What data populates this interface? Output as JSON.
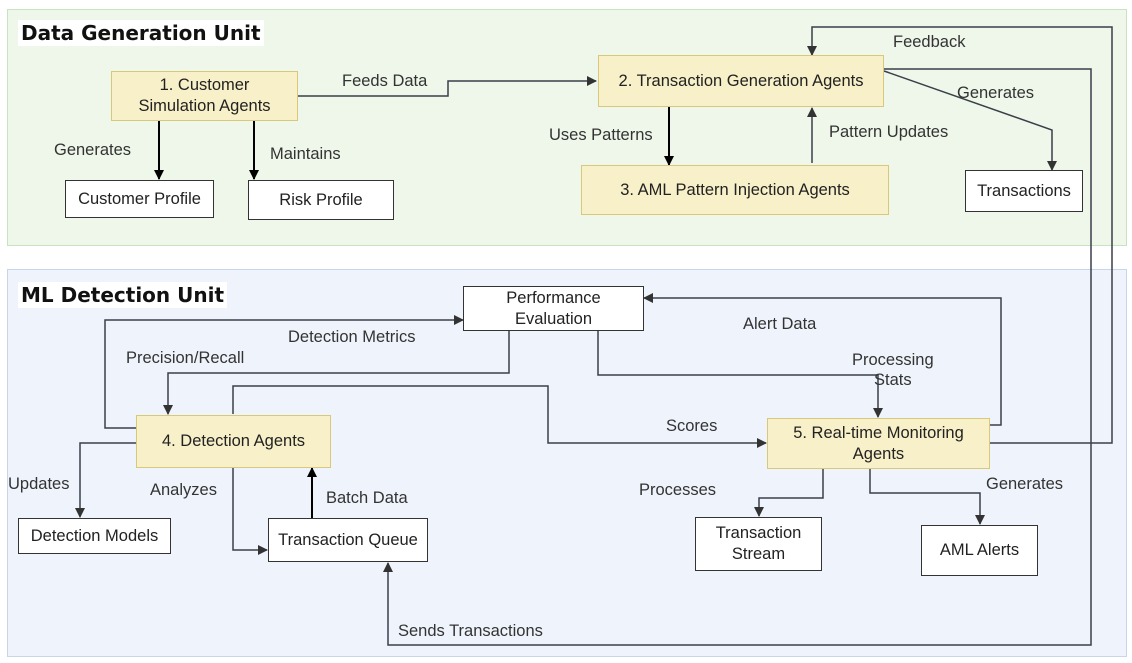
{
  "sections": {
    "data_generation": "Data Generation Unit",
    "ml_detection": "ML Detection Unit"
  },
  "nodes": {
    "customer_sim": "1. Customer\nSimulation Agents",
    "txn_gen": "2. Transaction Generation Agents",
    "aml_inject": "3. AML Pattern Injection Agents",
    "customer_profile": "Customer Profile",
    "risk_profile": "Risk Profile",
    "transactions": "Transactions",
    "perf_eval": "Performance\nEvaluation",
    "detection_agents": "4. Detection Agents",
    "monitoring": "5. Real-time Monitoring\nAgents",
    "detection_models": "Detection Models",
    "txn_queue": "Transaction Queue",
    "txn_stream": "Transaction\nStream",
    "aml_alerts": "AML Alerts"
  },
  "edge_labels": {
    "feeds_data": "Feeds Data",
    "feedback": "Feedback",
    "generates_1": "Generates",
    "maintains": "Maintains",
    "uses_patterns": "Uses Patterns",
    "pattern_updates": "Pattern Updates",
    "generates_2": "Generates",
    "detection_metrics": "Detection Metrics",
    "precision_recall": "Precision/Recall",
    "alert_data": "Alert Data",
    "processing_stats": "Processing\nStats",
    "scores": "Scores",
    "updates": "Updates",
    "analyzes": "Analyzes",
    "batch_data": "Batch Data",
    "processes": "Processes",
    "generates_3": "Generates",
    "sends_transactions": "Sends Transactions"
  },
  "colors": {
    "agent_fill": "#f8f0c8",
    "agent_border": "#d9c77a",
    "data_region": "#eef7ea",
    "ml_region": "#eff4fc"
  }
}
